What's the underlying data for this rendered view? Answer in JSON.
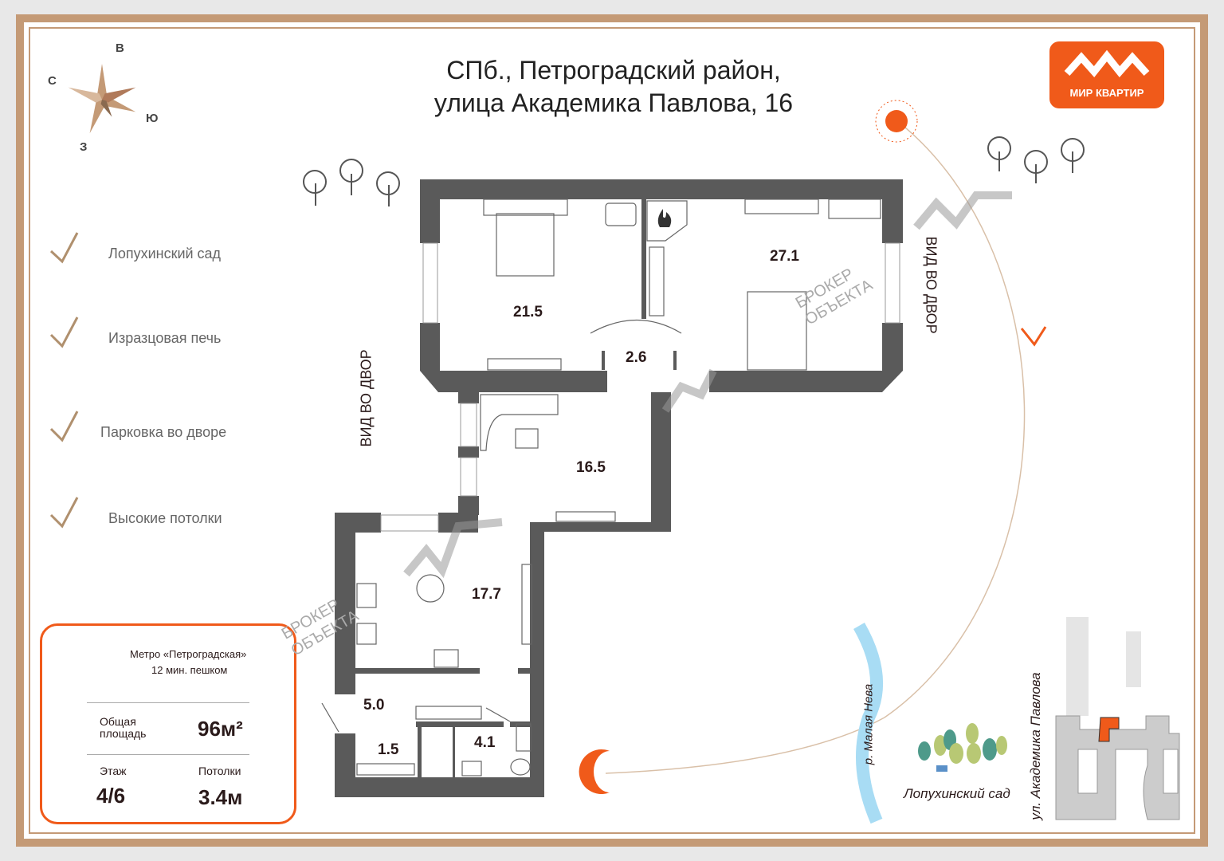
{
  "title": {
    "line1": "СПб., Петроградский район,",
    "line2": "улица Академика Павлова, 16"
  },
  "compass": {
    "n": "В",
    "w": "С",
    "e": "Ю",
    "s": "З"
  },
  "logo": {
    "text": "МИР КВАРТИР"
  },
  "features": [
    "Лопухинский сад",
    "Изразцовая печь",
    "Парковка во  дворе",
    "Высокие потолки"
  ],
  "info": {
    "metro": "Метро «Петроградская»",
    "walk": "12 мин. пешком",
    "area_label_1": "Общая",
    "area_label_2": "площадь",
    "area_value": "96м²",
    "floor_label": "Этаж",
    "floor_value": "4/6",
    "ceiling_label": "Потолки",
    "ceiling_value": "3.4м"
  },
  "rooms": {
    "r1": "21.5",
    "r2": "27.1",
    "r3": "2.6",
    "r4": "16.5",
    "r5": "17.7",
    "r6": "5.0",
    "r7": "1.5",
    "r8": "4.1"
  },
  "views": {
    "left": "ВИД ВО ДВОР",
    "right": "ВИД ВО ДВОР"
  },
  "watermark": {
    "l1": "БРОКЕР",
    "l2": "ОБЪЕКТА"
  },
  "map": {
    "river": "р. Малая Нева",
    "park": "Лопухинский сад",
    "street": "ул. Академика Павлова"
  },
  "colors": {
    "accent": "#f05a1a",
    "frame": "#c49a76",
    "wall": "#5a5a5a"
  }
}
